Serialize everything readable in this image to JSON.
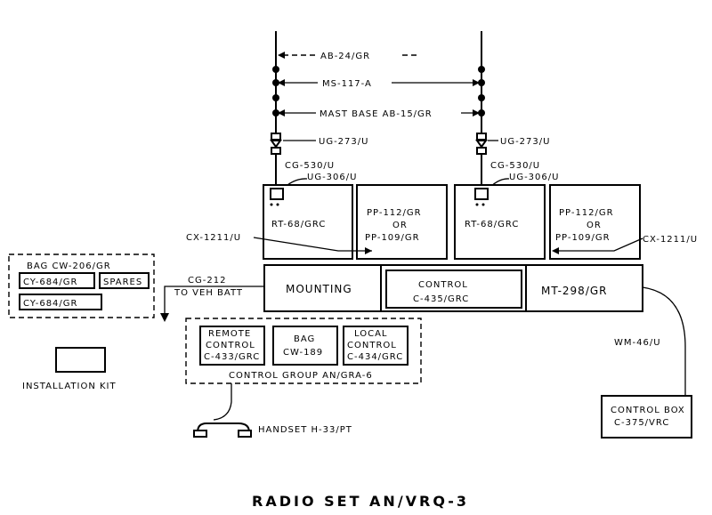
{
  "title": "RADIO SET AN/VRQ-3",
  "antenna": {
    "ab24": "AB-24/GR",
    "ms117": "MS-117-A",
    "mast_base": "MAST BASE AB-15/GR",
    "ug273_left": "UG-273/U",
    "ug273_right": "UG-273/U",
    "cg530_left": "CG-530/U",
    "cg530_right": "CG-530/U",
    "ug306_left": "UG-306/U",
    "ug306_right": "UG-306/U"
  },
  "units": {
    "rt68_left": "RT-68/GRC",
    "rt68_right": "RT-68/GRC",
    "pp_left": [
      "PP-112/GR",
      "OR",
      "PP-109/GR"
    ],
    "pp_right": [
      "PP-112/GR",
      "OR",
      "PP-109/GR"
    ],
    "cx1211_left": "CX-1211/U",
    "cx1211_right": "CX-1211/U",
    "mounting": "MOUNTING",
    "control": [
      "CONTROL",
      "C-435/GRC"
    ],
    "mt298": "MT-298/GR",
    "cg212": [
      "CG-212",
      "TO VEH BATT"
    ],
    "wm46": "WM-46/U",
    "control_box": [
      "CONTROL BOX",
      "C-375/VRC"
    ]
  },
  "bag_group": {
    "bag": "BAG CW-206/GR",
    "cy684_top": "CY-684/GR",
    "spares": "SPARES",
    "cy684_bottom": "CY-684/GR"
  },
  "installation_kit": "INSTALLATION KIT",
  "control_group": {
    "remote": [
      "REMOTE",
      "CONTROL",
      "C-433/GRC"
    ],
    "bag": [
      "BAG",
      "CW-189"
    ],
    "local": [
      "LOCAL",
      "CONTROL",
      "C-434/GRC"
    ],
    "label": "CONTROL GROUP AN/GRA-6"
  },
  "handset": "HANDSET H-33/PT"
}
